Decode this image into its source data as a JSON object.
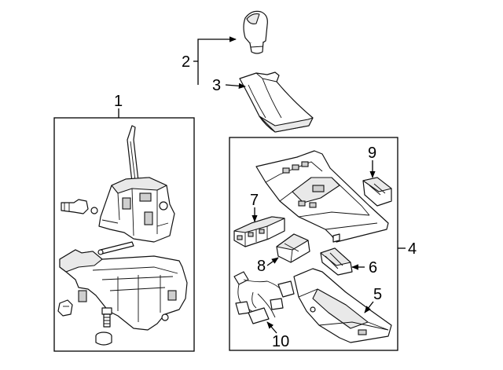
{
  "diagram": {
    "callouts": [
      {
        "id": "c1",
        "text": "1"
      },
      {
        "id": "c2",
        "text": "2"
      },
      {
        "id": "c3",
        "text": "3"
      },
      {
        "id": "c4",
        "text": "4"
      },
      {
        "id": "c5",
        "text": "5"
      },
      {
        "id": "c6",
        "text": "6"
      },
      {
        "id": "c7",
        "text": "7"
      },
      {
        "id": "c8",
        "text": "8"
      },
      {
        "id": "c9",
        "text": "9"
      },
      {
        "id": "c10",
        "text": "10"
      }
    ],
    "colors": {
      "line": "#111111",
      "background": "#ffffff",
      "shade": "#e9e9e9"
    }
  }
}
